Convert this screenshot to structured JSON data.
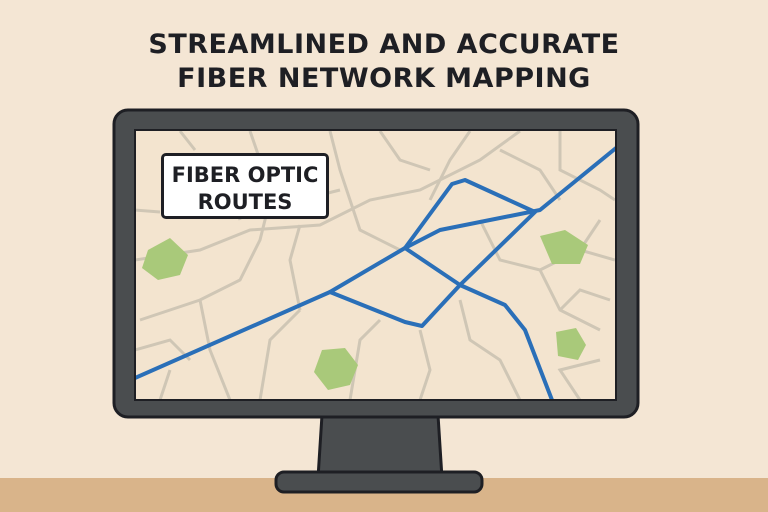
{
  "headline": {
    "line1": "STREAMLINED AND ACCURATE",
    "line2": "FIBER NETWORK MAPPING"
  },
  "map_label": {
    "line1": "FIBER OPTIC",
    "line2": "ROUTES"
  },
  "colors": {
    "background": "#f4e6d4",
    "route": "#2a6fb8",
    "park": "#a9c97a",
    "monitor": "#4a4d4f",
    "table": "#d9b48a"
  }
}
